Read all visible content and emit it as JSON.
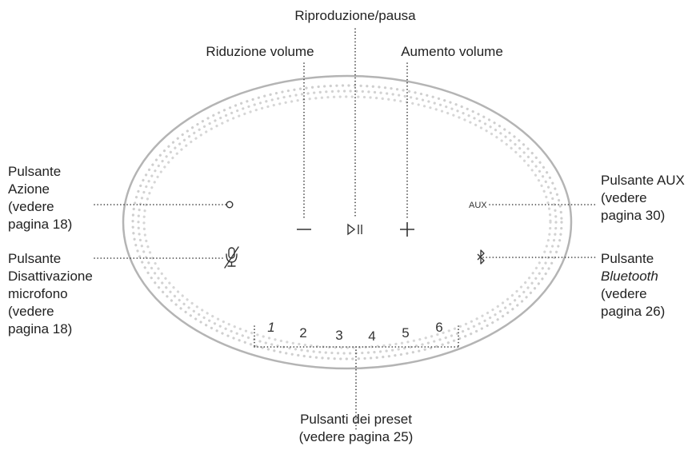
{
  "callouts": {
    "play_pause": "Riproduzione/pausa",
    "volume_down": "Riduzione volume",
    "volume_up": "Aumento volume",
    "action_button": [
      "Pulsante",
      "Azione",
      "(vedere",
      "pagina 18)"
    ],
    "mic_off_button": [
      "Pulsante",
      "Disattivazione",
      "microfono",
      "(vedere",
      "pagina 18)"
    ],
    "aux_button": [
      "Pulsante AUX",
      "(vedere",
      "pagina 30)"
    ],
    "bluetooth_button": {
      "line1": "Pulsante",
      "line2_italic": "Bluetooth",
      "line3": "(vedere",
      "line4": "pagina 26)"
    },
    "preset_buttons": [
      "Pulsanti dei preset",
      "(vedere pagina 25)"
    ]
  },
  "device": {
    "aux_text": "AUX",
    "presets": [
      "1",
      "2",
      "3",
      "4",
      "5",
      "6"
    ],
    "colors": {
      "outline": "#b4b4b4",
      "grille_dots": "#cfcfcf",
      "leader_dots": "#333333",
      "icons": "#333333"
    }
  }
}
